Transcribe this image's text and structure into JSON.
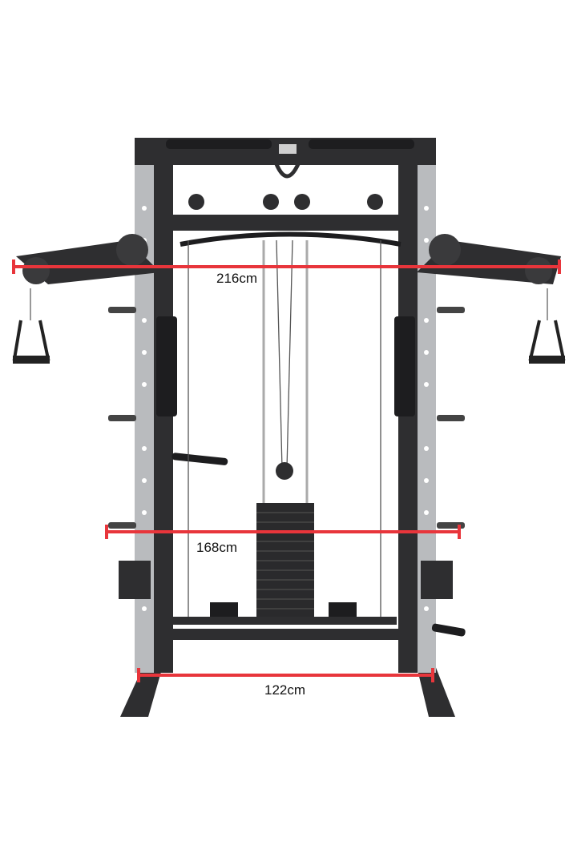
{
  "product": {
    "type": "smith machine / functional trainer rack"
  },
  "dimensions": [
    {
      "id": "width-arms",
      "label": "216cm"
    },
    {
      "id": "width-pegs",
      "label": "168cm"
    },
    {
      "id": "width-base",
      "label": "122cm"
    }
  ],
  "colors": {
    "dimension_line": "#e8353b",
    "frame": "#2e2e30",
    "upright_steel": "#b9bbbe",
    "background": "#ffffff"
  }
}
